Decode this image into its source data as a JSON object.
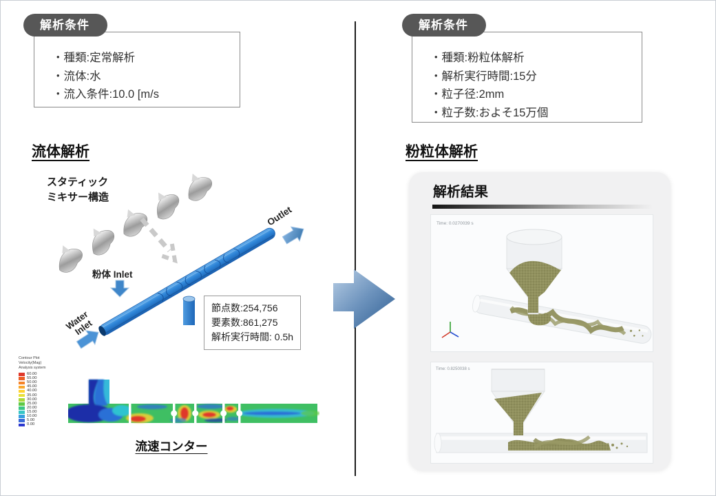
{
  "left": {
    "badge_label": "解析条件",
    "conditions": [
      "・種類:定常解析",
      "・流体:水",
      "・流入条件:10.0 [m/s"
    ],
    "heading": "流体解析",
    "mixer_label": {
      "line1": "スタティック",
      "line2": "ミキサー構造"
    },
    "labels": {
      "powder_inlet": "粉体 Inlet",
      "water_line1": "Water",
      "water_line2": "Inlet",
      "outlet": "Outlet"
    },
    "stats": [
      "節点数:254,756",
      "要素数:861,275",
      "解析実行時間: 0.5h"
    ],
    "contour": {
      "legend_title": [
        "Contour Plot",
        "Velocity(Mag)",
        "Analysis system"
      ],
      "legend_values": [
        "60.00",
        "55.00",
        "50.00",
        "45.00",
        "40.00",
        "35.00",
        "30.00",
        "25.00",
        "20.00",
        "15.00",
        "10.00",
        "5.00",
        "0.00"
      ],
      "legend_colors": [
        "#e0392b",
        "#ec5f28",
        "#f58428",
        "#faa82c",
        "#ffd22e",
        "#e9e138",
        "#abd93b",
        "#5ec944",
        "#3ac583",
        "#38c6c6",
        "#379fe0",
        "#3a6ad8",
        "#2c38cf"
      ],
      "caption": "流速コンター"
    }
  },
  "right": {
    "badge_label": "解析条件",
    "conditions": [
      "・種類:粉粒体解析",
      "・解析実行時間:15分",
      "・粒子径:2mm",
      "・粒子数:およそ15万個"
    ],
    "heading": "粉粒体解析",
    "result_heading": "解析結果",
    "results": [
      {
        "time_label": "Time: 0.0270039 s"
      },
      {
        "time_label": "Time: 0.8250038 s"
      }
    ]
  },
  "colors": {
    "badge_gray": "#575757",
    "pipe_blue": "#2f86d8",
    "arrow_light": "#b9cfe6",
    "arrow_dark": "#2e5e92",
    "particle_olive": "#91915e",
    "panel_gray": "#f1f1f2"
  }
}
